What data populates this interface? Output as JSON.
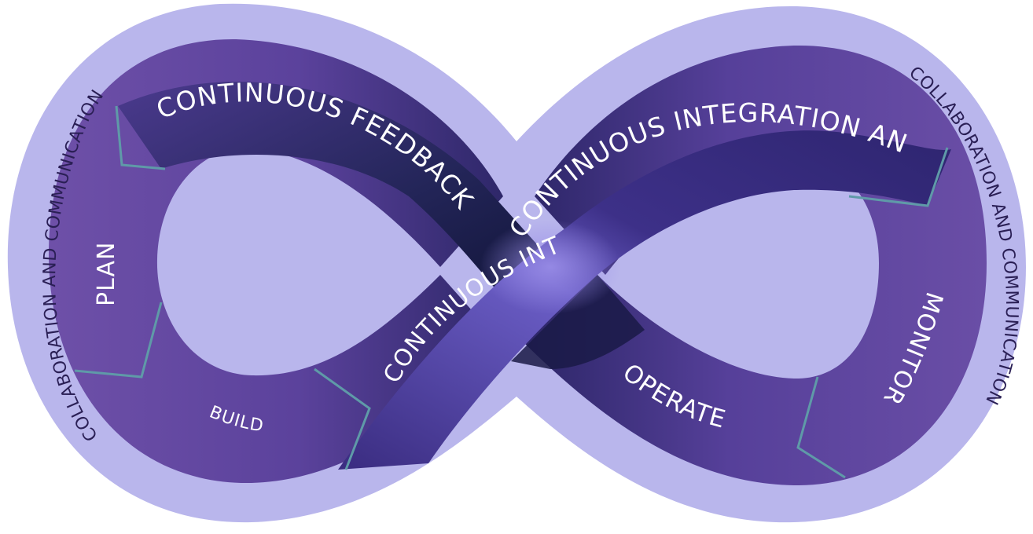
{
  "diagram": {
    "collab_left": "COLLABORATION AND COMMUNICATION",
    "collab_right": "COLLABORATION AND COMMUNICATION",
    "continuous_feedback": "CONTINUOUS FEEDBACK",
    "ci_cd_upper": "CONTINUOUS INTEGRATION AND DEPLOYMENT",
    "ci_cd_lower": "CONTINUOUS INTEGRATION",
    "plan": "PLAN",
    "build": "BUILD",
    "operate": "OPERATE",
    "monitor": "MONITOR"
  },
  "colors": {
    "outer_band": "#b9b6ec",
    "ribbon_light": "#6e50a8",
    "ribbon_mid": "#4a3a8a",
    "ribbon_dark": "#161842",
    "center_glow": "#8a7fdc",
    "separator": "#5f9aa8"
  }
}
